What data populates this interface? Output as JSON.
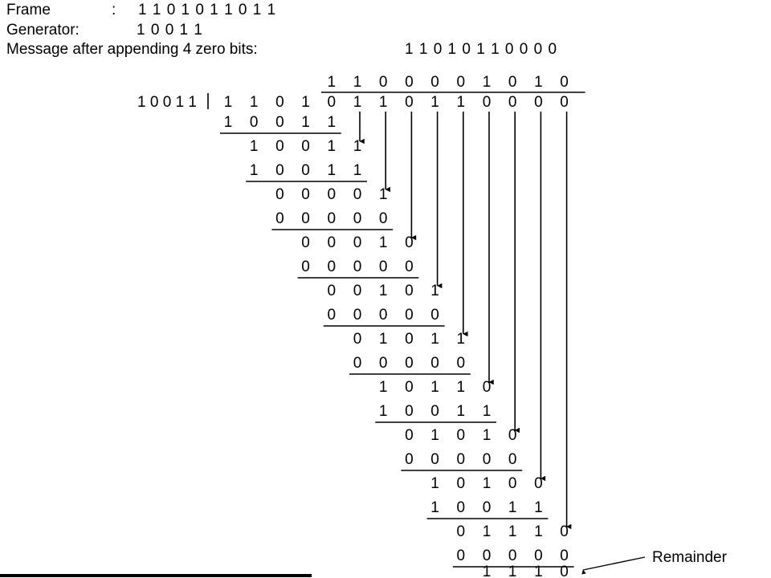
{
  "header": {
    "frame_label": "Frame",
    "frame_sep": ":",
    "frame_value": "1 1 0 1 0 1 1 0 1 1",
    "generator_label": "Generator:",
    "generator_value": "1 0 0 1 1",
    "message_label": "Message after appending 4 zero bits:",
    "message_value": "1 1 0 1 0 1 1 0 0 0 0"
  },
  "division": {
    "divisor": "1 0 0 1 1",
    "quotient": [
      "1",
      "1",
      "0",
      "0",
      "0",
      "0",
      "1",
      "0",
      "1",
      "0"
    ],
    "dividend": [
      "1",
      "1",
      "0",
      "1",
      "0",
      "1",
      "1",
      "0",
      "1",
      "1",
      "0",
      "0",
      "0",
      "0"
    ],
    "steps": [
      {
        "subtrahend": [
          "1",
          "0",
          "0",
          "1",
          "1"
        ]
      },
      {
        "partial": [
          "1",
          "0",
          "0",
          "1",
          "1"
        ],
        "subtrahend": [
          "1",
          "0",
          "0",
          "1",
          "1"
        ]
      },
      {
        "partial": [
          "0",
          "0",
          "0",
          "0",
          "1"
        ],
        "subtrahend": [
          "0",
          "0",
          "0",
          "0",
          "0"
        ]
      },
      {
        "partial": [
          "0",
          "0",
          "0",
          "1",
          "0"
        ],
        "subtrahend": [
          "0",
          "0",
          "0",
          "0",
          "0"
        ]
      },
      {
        "partial": [
          "0",
          "0",
          "1",
          "0",
          "1"
        ],
        "subtrahend": [
          "0",
          "0",
          "0",
          "0",
          "0"
        ]
      },
      {
        "partial": [
          "0",
          "1",
          "0",
          "1",
          "1"
        ],
        "subtrahend": [
          "0",
          "0",
          "0",
          "0",
          "0"
        ]
      },
      {
        "partial": [
          "1",
          "0",
          "1",
          "1",
          "0"
        ],
        "subtrahend": [
          "1",
          "0",
          "0",
          "1",
          "1"
        ]
      },
      {
        "partial": [
          "0",
          "1",
          "0",
          "1",
          "0"
        ],
        "subtrahend": [
          "0",
          "0",
          "0",
          "0",
          "0"
        ]
      },
      {
        "partial": [
          "1",
          "0",
          "1",
          "0",
          "0"
        ],
        "subtrahend": [
          "1",
          "0",
          "0",
          "1",
          "1"
        ]
      },
      {
        "partial": [
          "0",
          "1",
          "1",
          "1",
          "0"
        ],
        "subtrahend": [
          "0",
          "0",
          "0",
          "0",
          "0"
        ]
      }
    ],
    "remainder": [
      "1",
      "1",
      "1",
      "0"
    ],
    "remainder_label": "Remainder"
  }
}
